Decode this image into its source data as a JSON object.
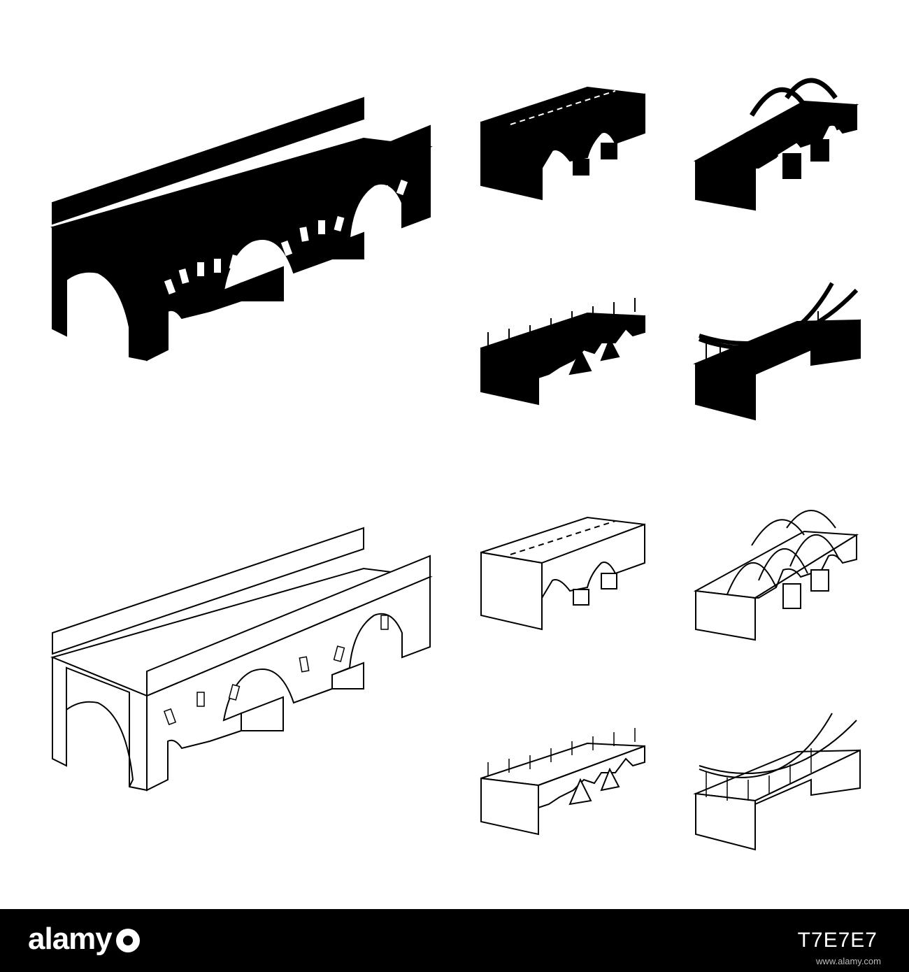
{
  "colors": {
    "ink": "#000000",
    "paper": "#ffffff",
    "footer_bg": "#000000",
    "footer_text": "#ffffff"
  },
  "icons": [
    {
      "name": "stone-arch-bridge-icon-black",
      "style": "solid"
    },
    {
      "name": "road-bridge-icon-black",
      "style": "solid"
    },
    {
      "name": "arch-truss-bridge-icon-black",
      "style": "solid"
    },
    {
      "name": "lamp-bridge-icon-black",
      "style": "solid"
    },
    {
      "name": "suspension-bridge-icon-black",
      "style": "solid"
    },
    {
      "name": "stone-arch-bridge-icon-outline",
      "style": "outline"
    },
    {
      "name": "road-bridge-icon-outline",
      "style": "outline"
    },
    {
      "name": "arch-truss-bridge-icon-outline",
      "style": "outline"
    },
    {
      "name": "lamp-bridge-icon-outline",
      "style": "outline"
    },
    {
      "name": "suspension-bridge-icon-outline",
      "style": "outline"
    }
  ],
  "footer": {
    "logo": "alamy",
    "image_id": "T7E7E7",
    "info_line": "www.alamy.com"
  }
}
